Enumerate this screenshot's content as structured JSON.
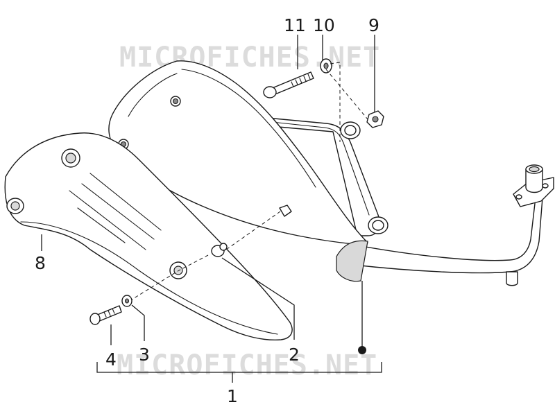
{
  "watermark": "MICROFICHES.NET",
  "callouts": {
    "c1": "1",
    "c2": "2",
    "c3": "3",
    "c4": "4",
    "c8": "8",
    "c9": "9",
    "c10": "10",
    "c11": "11"
  },
  "colors": {
    "line": "#1a1a1a",
    "shade": "#d9d9d9",
    "watermark": "#dcdcdc"
  }
}
